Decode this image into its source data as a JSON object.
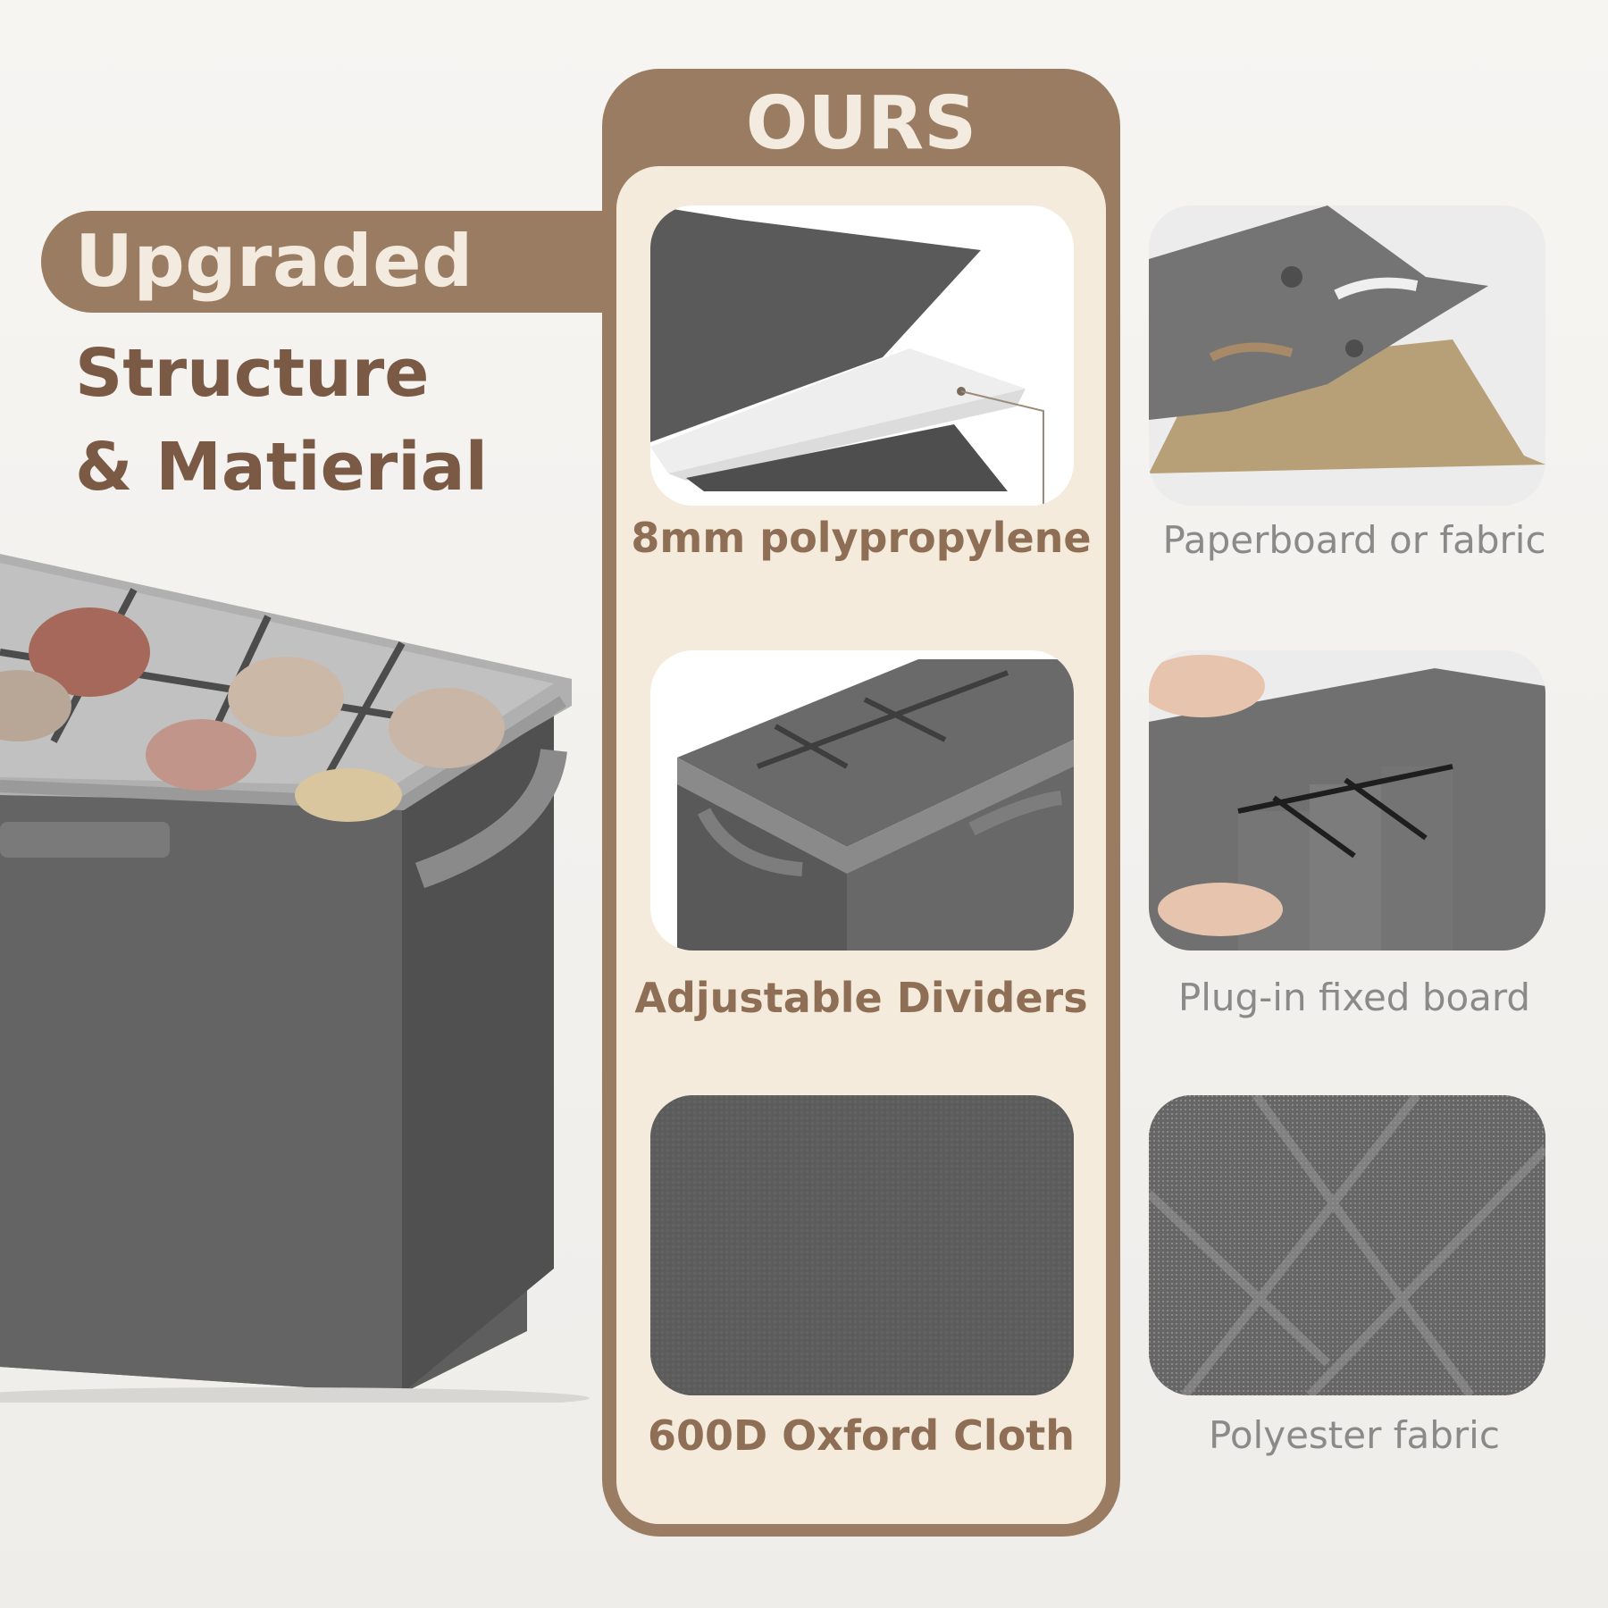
{
  "heading": {
    "badge": "Upgraded",
    "line1": "Structure",
    "line2": "& Matierial"
  },
  "ours": {
    "title": "OURS",
    "features": [
      {
        "label": "8mm polypropylene"
      },
      {
        "label": "Adjustable Dividers"
      },
      {
        "label": "600D Oxford Cloth"
      }
    ]
  },
  "others": [
    {
      "label": "Paperboard or fabric"
    },
    {
      "label": "Plug-in fixed board"
    },
    {
      "label": "Polyester fabric"
    }
  ],
  "colors": {
    "accent_brown": "#9a7c62",
    "cream": "#f4ebdd",
    "label_brown": "#8e6e54",
    "product_gray": "#5f5f5f"
  }
}
